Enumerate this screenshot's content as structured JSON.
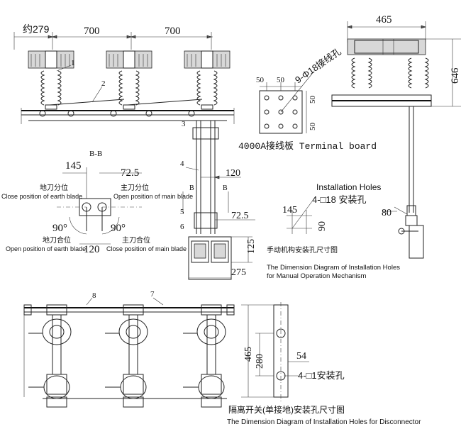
{
  "top_dims": {
    "approx": "约279",
    "span1": "700",
    "span2": "700",
    "side_width": "465",
    "side_height": "646"
  },
  "callouts": [
    "1",
    "2",
    "3",
    "4",
    "5",
    "6",
    "7",
    "8"
  ],
  "terminal": {
    "holes_label": "9-Φ18接线孔",
    "d1": "50",
    "d2": "50",
    "d3": "50",
    "d4": "50",
    "board_label": "4000A接线板 Terminal board"
  },
  "section": {
    "title": "B-B",
    "w145": "145",
    "w725": "72.5",
    "earth_close_cn": "地刀分位",
    "earth_close_en": "Close position of earth blade",
    "main_close_cn": "主刀分位",
    "main_close_en": "Open position of main blade",
    "angle_left": "90°",
    "angle_right": "90°",
    "earth_open_cn": "地刀合位",
    "earth_open_en": "Open position of earth blade",
    "w120": "120",
    "main_open_cn": "主刀合位",
    "main_open_en": "Close position of main blade"
  },
  "mech": {
    "b_left": "B",
    "b_right": "B",
    "d120": "120",
    "d725": "72.5",
    "d125": "125",
    "d275": "275"
  },
  "install": {
    "title": "Installation Holes",
    "holes": "4-□18 安装孔",
    "d145": "145",
    "d90": "90",
    "cn_caption": "手动机构安装孔尺寸图",
    "en_caption1": "The Dimension Diagram of Installation Holes",
    "en_caption2": "for Manual Operation Mechanism",
    "d80": "80"
  },
  "disconnector": {
    "d465": "465",
    "d280": "280",
    "d54": "54",
    "holes": "4-□1安装孔",
    "cn_caption": "隔离开关(单接地)安装孔尺寸图",
    "en_caption": "The Dimension Diagram of Installation Holes for Disconnector"
  }
}
